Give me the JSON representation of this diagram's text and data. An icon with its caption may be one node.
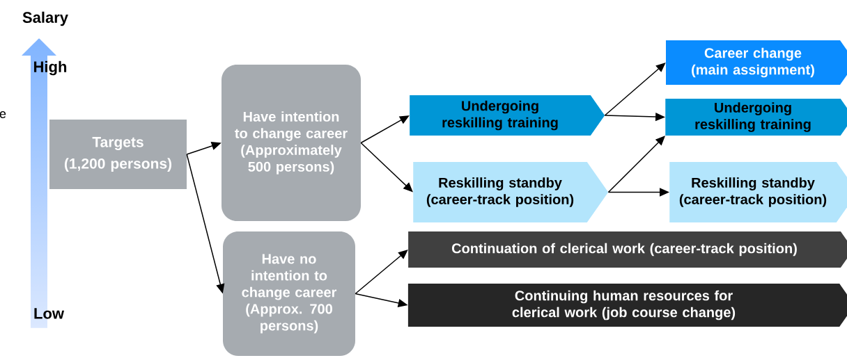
{
  "diagram": {
    "nodes": [
      {
        "text": [
          "Targets",
          "(1,200 persons)"
        ]
      },
      {
        "text": [
          "Have intention to change career (Approximately 500 persons)"
        ]
      },
      {
        "text": [
          "Have no intention to change career (Approx. 700 persons)"
        ]
      },
      {
        "text": [
          "Undergoing reskilling training"
        ]
      },
      {
        "text": [
          "Reskilling standby (career-track position)"
        ]
      },
      {
        "text": [
          "Continuation of clerical work (career-track position)"
        ]
      },
      {
        "text": [
          "Continuing human resources for clerical work (job course change)"
        ]
      },
      {
        "text": [
          "Career change (main assignment)"
        ]
      },
      {
        "text": [
          "Undergoing reskilling training"
        ]
      },
      {
        "text": [
          "Reskilling standby (career-track position)"
        ]
      }
    ],
    "edges": [
      {
        "from": 0,
        "to": 1,
        "arrow": "to"
      },
      {
        "from": 0,
        "to": 2,
        "arrow": "to"
      },
      {
        "from": 1,
        "to": 3,
        "arrow": "to"
      },
      {
        "from": 1,
        "to": 4,
        "arrow": "to"
      },
      {
        "from": 2,
        "to": 5,
        "arrow": "to"
      },
      {
        "from": 2,
        "to": 6,
        "arrow": "to"
      },
      {
        "from": 3,
        "to": 7,
        "arrow": "to"
      },
      {
        "from": 3,
        "to": 8,
        "arrow": "to"
      },
      {
        "from": 4,
        "to": 8,
        "arrow": "to"
      },
      {
        "from": 4,
        "to": 9,
        "arrow": "to"
      }
    ],
    "labels": [
      "Salary",
      "High",
      "e",
      "Low"
    ]
  }
}
